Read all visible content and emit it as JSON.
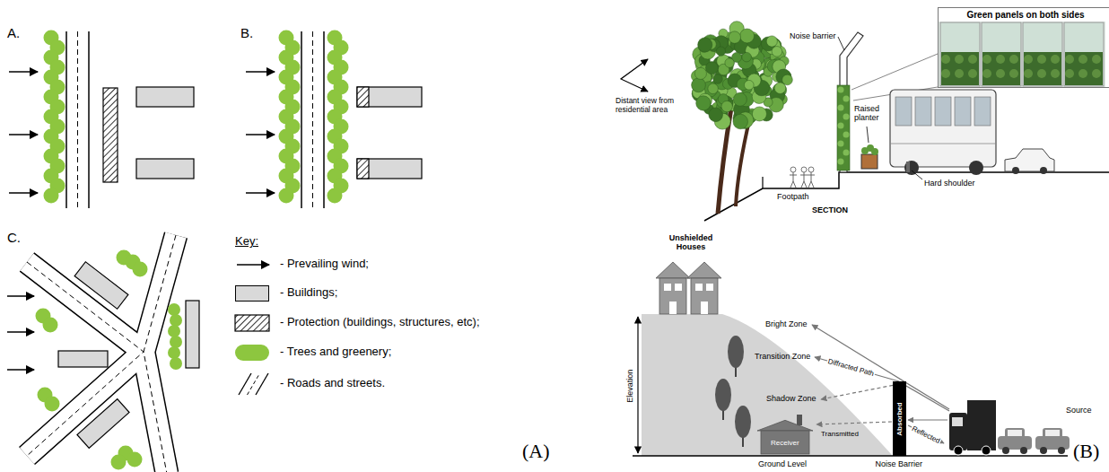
{
  "diagram": {
    "nodes": [
      {
        "text": [
          "Absorbed"
        ]
      },
      {
        "text": [
          "Green panels on both sides"
        ]
      }
    ],
    "labels": [
      "A.",
      "B.",
      "C.",
      "Key:",
      "(A)",
      "Distant view from residential area",
      "Noise barrier",
      "Raised planter",
      "Hard shoulder",
      "Footpath",
      "SECTION",
      "Unshielded Houses",
      "Bright Zone",
      "Transition Zone",
      "Diffracted Path",
      "Shadow Zone",
      "Receiver",
      "Transmitted",
      "Reflected",
      "Source",
      "Elevation",
      "Ground Level",
      "Noise Barrier",
      "(B)"
    ],
    "legend": [
      {
        "text": "- Prevailing wind;"
      },
      {
        "text": "- Buildings;",
        "color": "#d9d9d9"
      },
      {
        "text": "- Protection (buildings, structures, etc);"
      },
      {
        "text": "- Trees and greenery;",
        "color": "#8dc63f"
      },
      {
        "text": "- Roads and streets."
      }
    ]
  }
}
